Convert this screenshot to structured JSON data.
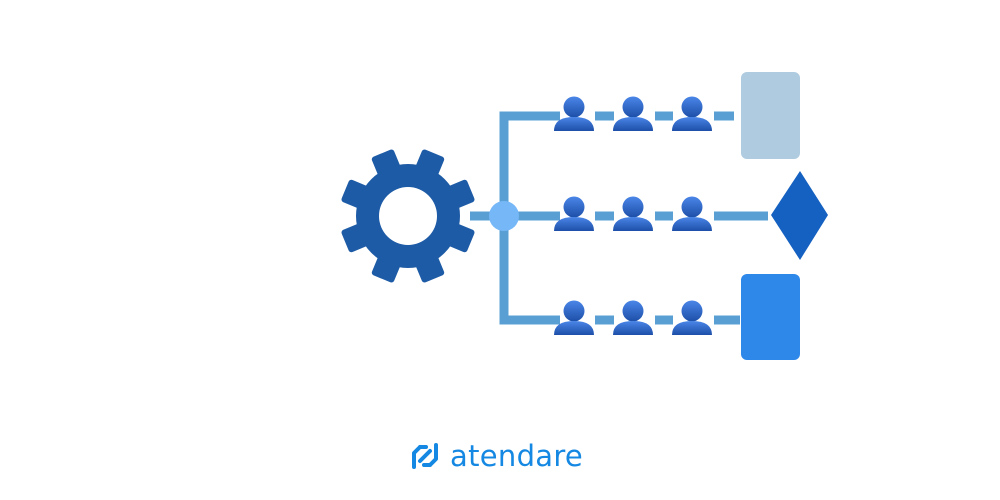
{
  "brand": {
    "name": "atendare",
    "color": "#1488e2"
  },
  "colors": {
    "gear": "#1d5ba6",
    "connector": "#5a9fd4",
    "hub": "#76b8f7",
    "person_light": "#4a86e8",
    "person_dark": "#1d4fa8",
    "box_top": "#aecbe0",
    "diamond": "#1561c1",
    "box_bottom": "#2d88ea"
  },
  "icons": [
    "gear-icon",
    "person-icon",
    "brand-logo-icon"
  ],
  "rows": [
    {
      "people": 3,
      "end": "rectangle"
    },
    {
      "people": 3,
      "end": "diamond"
    },
    {
      "people": 3,
      "end": "rectangle"
    }
  ]
}
